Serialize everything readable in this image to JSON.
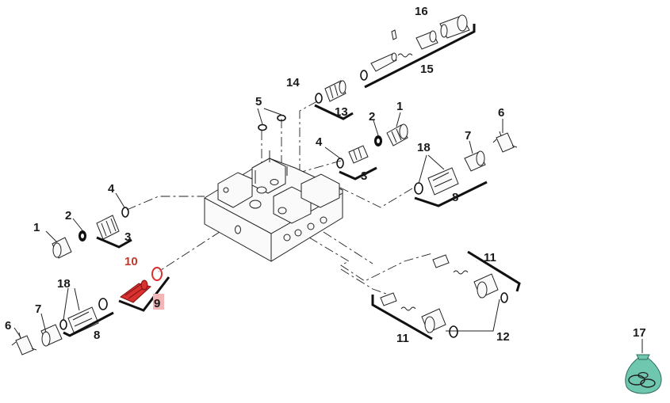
{
  "labels": {
    "p1a": "1",
    "p1b": "1",
    "p2a": "2",
    "p2b": "2",
    "p3a": "3",
    "p3b": "3",
    "p4a": "4",
    "p4b": "4",
    "p5": "5",
    "p6a": "6",
    "p6b": "6",
    "p7a": "7",
    "p7b": "7",
    "p8a": "8",
    "p8b": "8",
    "p9": "9",
    "p10": "10",
    "p11a": "11",
    "p11b": "11",
    "p12": "12",
    "p13": "13",
    "p14": "14",
    "p15": "15",
    "p16": "16",
    "p17": "17",
    "p18a": "18",
    "p18b": "18"
  },
  "highlight": {
    "part": "9",
    "color": "#d93030"
  }
}
